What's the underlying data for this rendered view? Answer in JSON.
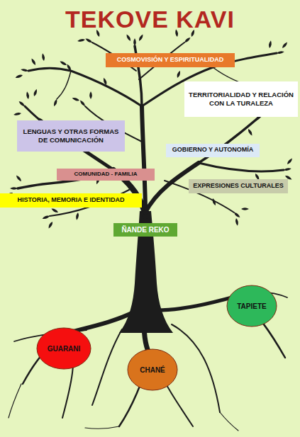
{
  "diagram": {
    "title": "TEKOVE KAVI",
    "nodes": [
      {
        "text": [
          "COSMOVISIÓN Y ESPIRITUALIDAD"
        ]
      },
      {
        "text": [
          "TERRITORIALIDAD Y RELACIÓN CON LA TURALEZA"
        ]
      },
      {
        "text": [
          "LENGUAS Y OTRAS FORMAS DE COMUNICACIÓN"
        ]
      },
      {
        "text": [
          "GOBIERNO Y AUTONOMÍA"
        ]
      },
      {
        "text": [
          "COMUNIDAD - FAMILIA"
        ]
      },
      {
        "text": [
          "EXPRESIONES CULTURALES"
        ]
      },
      {
        "text": [
          "HISTORIA, MEMORIA E IDENTIDAD"
        ]
      },
      {
        "text": [
          "ÑANDE REKO"
        ]
      },
      {
        "text": [
          "TAPIETE"
        ]
      },
      {
        "text": [
          "GUARANI"
        ]
      },
      {
        "text": [
          "CHANÉ"
        ]
      }
    ]
  }
}
